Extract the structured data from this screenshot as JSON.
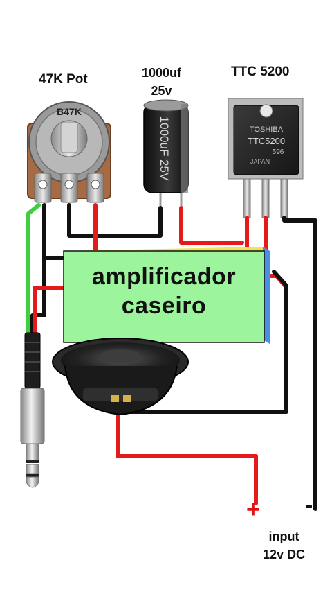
{
  "labels": {
    "pot": "47K Pot",
    "pot_marking": "B47K",
    "cap_line1": "1000uf",
    "cap_line2": "25v",
    "cap_marking": "1000uF 25V",
    "transistor": "TTC 5200",
    "transistor_brand": "TOSHIBA",
    "transistor_marking": "TTC5200",
    "transistor_code": "596",
    "transistor_country": "JAPAN",
    "amp_line1": "amplificador",
    "amp_line2": "caseiro",
    "plus": "+",
    "minus": "-",
    "input_line1": "input",
    "input_line2": "12v DC"
  },
  "colors": {
    "amp_box": "#9cf59c",
    "wire_red": "#e51b1b",
    "wire_black": "#111111",
    "wire_green": "#3fd03f",
    "box_side_blue": "#4a90e2",
    "box_top_yellow": "#f1e25a"
  }
}
